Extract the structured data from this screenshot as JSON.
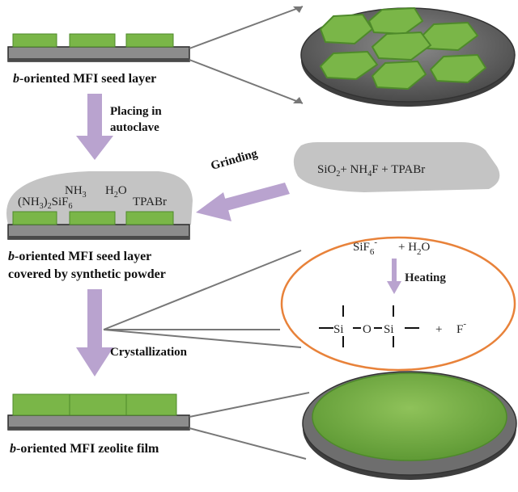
{
  "stage1": {
    "caption_italic": "b",
    "caption_rest": "-oriented  MFI seed layer"
  },
  "step1": {
    "line1": "Placing in",
    "line2": "autoclave"
  },
  "grinding": {
    "label": "Grinding",
    "reagents": {
      "a": "SiO",
      "a_sub": "2",
      "b": "+ NH",
      "b_sub": "4",
      "c": "F + TPABr"
    }
  },
  "stage2": {
    "species": {
      "nh3": "NH",
      "nh3_sub": "3",
      "h2o_a": "H",
      "h2o_sub": "2",
      "h2o_b": "O",
      "tpabr": "TPABr",
      "sif_a": "(NH",
      "sif_sub1": "3",
      "sif_b": ")",
      "sif_sub2": "2",
      "sif_c": "SiF",
      "sif_sub3": "6"
    },
    "caption_italic": "b",
    "caption_line1_rest": "-oriented  MFI seed layer",
    "caption_line2": "covered by synthetic powder"
  },
  "reaction": {
    "sif6_a": "SiF",
    "sif6_sub": "6",
    "sif6_sup": "-",
    "plus_h2o_a": "+  H",
    "plus_h2o_sub": "2",
    "plus_h2o_b": "O",
    "heating": "Heating",
    "si1": "Si",
    "o": "O",
    "si2": "Si",
    "plus": "+",
    "f": "F",
    "f_sup": "-"
  },
  "step2": {
    "label": "Crystallization"
  },
  "stage3": {
    "caption_italic": "b",
    "caption_rest": "-oriented  MFI zeolite film"
  },
  "colors": {
    "crystal": "#7ab648",
    "crystal_dark": "#4e8a2a",
    "substrate": "#8c8c8c",
    "substrate_dark": "#4a4a4a",
    "arrow_purple": "#b9a3cf",
    "powder": "#c4c4c4",
    "ellipse_border": "#e8823a"
  }
}
